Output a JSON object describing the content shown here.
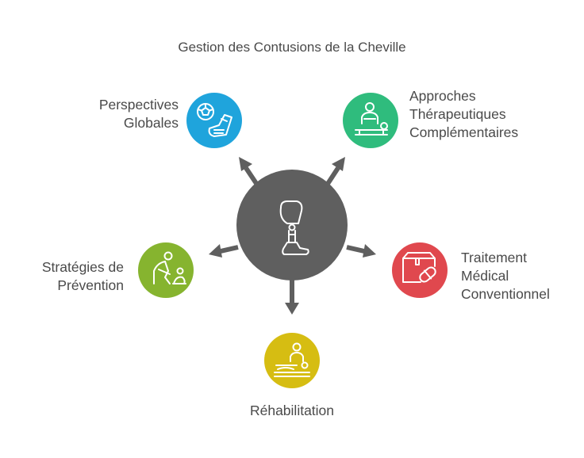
{
  "title": "Gestion des Contusions de la Cheville",
  "center": {
    "icon": "prosthetic-leg-icon",
    "color": "#5f5f5f"
  },
  "nodes": [
    {
      "id": "perspectives",
      "label": "Perspectives\nGlobales",
      "icon": "ball-and-bandage-icon",
      "color": "#1fa4dc"
    },
    {
      "id": "approches",
      "label": "Approches\nThérapeutiques\nComplémentaires",
      "icon": "massage-therapy-icon",
      "color": "#2fbc7d"
    },
    {
      "id": "traitement",
      "label": "Traitement\nMédical\nConventionnel",
      "icon": "medical-box-and-pill-icon",
      "color": "#e0484e"
    },
    {
      "id": "rehab",
      "label": "Réhabilitation",
      "icon": "physiotherapy-icon",
      "color": "#d6bd12"
    },
    {
      "id": "prevention",
      "label": "Stratégies de\nPrévention",
      "icon": "assisting-person-icon",
      "color": "#86b42f"
    }
  ],
  "arrow_color": "#5f5f5f"
}
